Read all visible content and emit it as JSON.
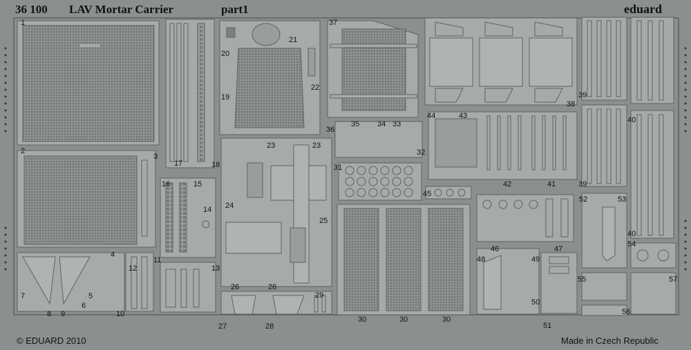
{
  "header": {
    "code": "36 100",
    "title": "LAV Mortar Carrier",
    "part": "part1",
    "brand": "eduard"
  },
  "footer": {
    "copyright": "© EDUARD 2010",
    "origin": "Made in Czech Republic"
  },
  "part_numbers": [
    "1",
    "2",
    "3",
    "4",
    "5",
    "6",
    "7",
    "8",
    "9",
    "10",
    "11",
    "12",
    "13",
    "14",
    "15",
    "16",
    "17",
    "18",
    "19",
    "20",
    "21",
    "22",
    "23",
    "23",
    "24",
    "25",
    "26",
    "26",
    "27",
    "28",
    "29",
    "30",
    "30",
    "30",
    "31",
    "32",
    "33",
    "34",
    "35",
    "36",
    "37",
    "38",
    "39",
    "39",
    "40",
    "40",
    "41",
    "42",
    "43",
    "44",
    "45",
    "46",
    "47",
    "48",
    "49",
    "50",
    "51",
    "52",
    "53",
    "54",
    "55",
    "56",
    "57"
  ],
  "colors": {
    "sheet": "#8c8f90",
    "part": "#a7aaab",
    "edge": "#5e6162",
    "mesh": "#7b7e7f",
    "text": "#111111"
  }
}
